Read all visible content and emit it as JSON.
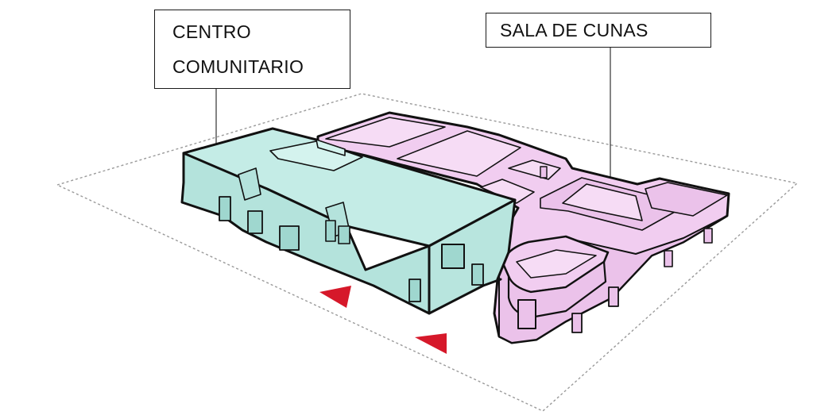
{
  "labels": {
    "centro_line1": "CENTRO",
    "centro_line2": "COMUNITARIO",
    "sala": "SALA DE CUNAS"
  },
  "colors": {
    "centro_comunitario": "#c4ece6",
    "sala_de_cunas": "#f1cdf0",
    "outline": "#111111",
    "arrows": "#d6182a",
    "site_boundary": "#9a9a9a"
  }
}
